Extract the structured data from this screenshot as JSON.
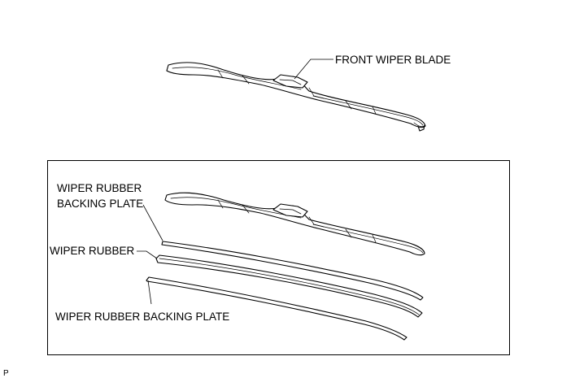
{
  "labels": {
    "front_wiper_blade": "FRONT WIPER BLADE",
    "backing_plate_top_line1": "WIPER RUBBER",
    "backing_plate_top_line2": "BACKING PLATE",
    "wiper_rubber": "WIPER RUBBER",
    "backing_plate_bottom": "WIPER RUBBER BACKING PLATE",
    "corner_mark": "P"
  },
  "colors": {
    "line": "#000000",
    "background": "#ffffff"
  }
}
